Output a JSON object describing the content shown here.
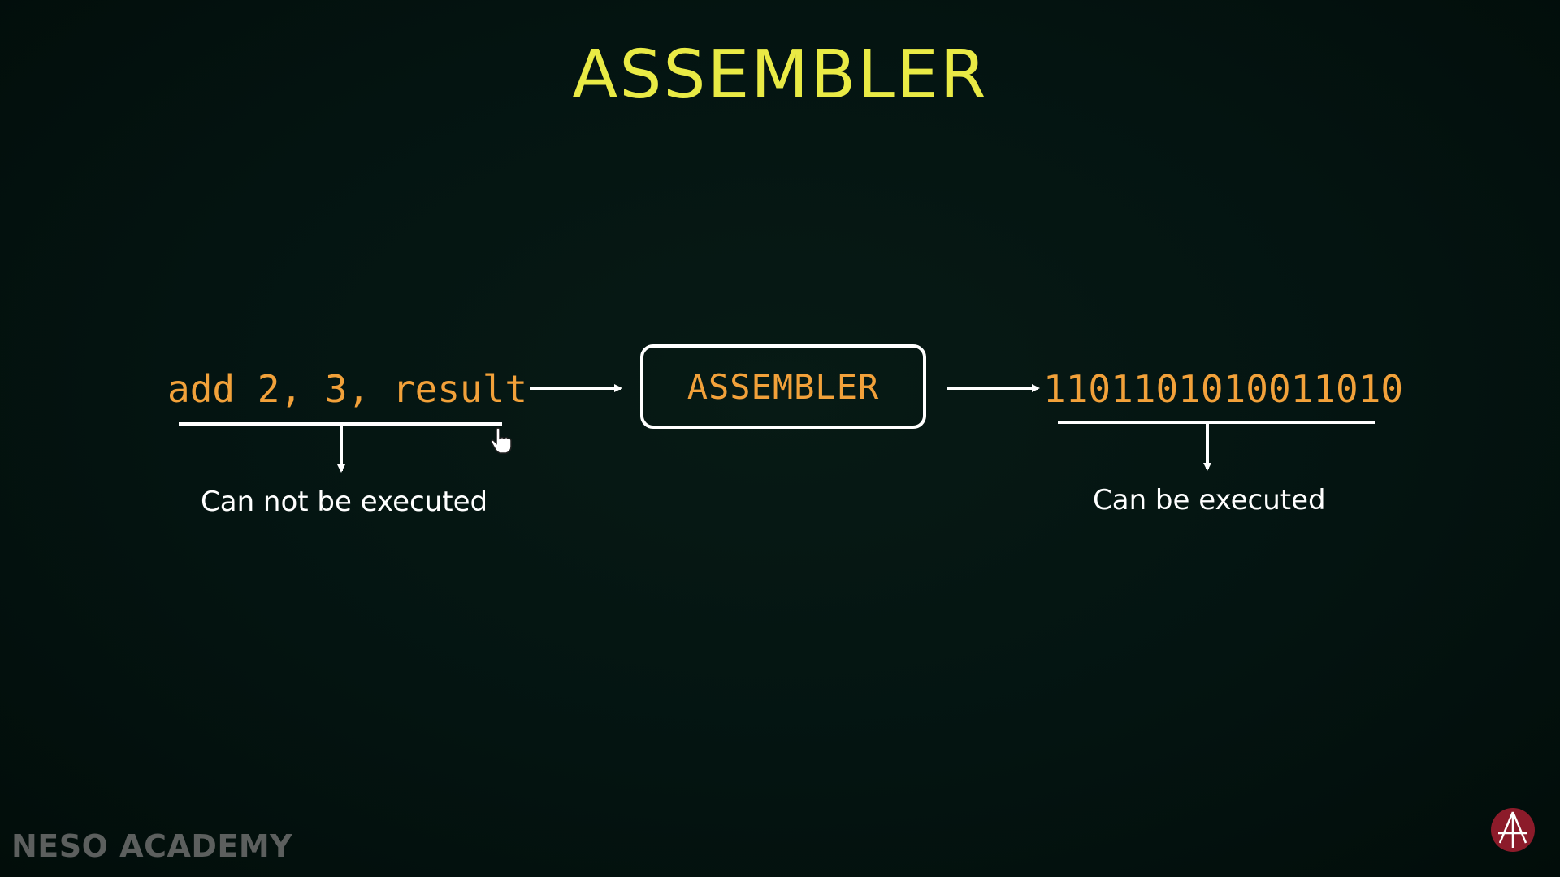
{
  "title": "ASSEMBLER",
  "source_code": "add 2, 3, result",
  "assembler_box_label": "ASSEMBLER",
  "machine_code": "1101101010011010",
  "source_caption": "Can not be executed",
  "machine_caption": "Can be executed",
  "watermark": "NESO ACADEMY",
  "colors": {
    "title": "#e9ea45",
    "code": "#f2a13a",
    "lines": "#ffffff",
    "background": "#03130f",
    "logo": "#8c1b2a"
  },
  "icons": {
    "logo": "neso-academy-logo-icon",
    "cursor": "hand-pointer-cursor-icon"
  }
}
